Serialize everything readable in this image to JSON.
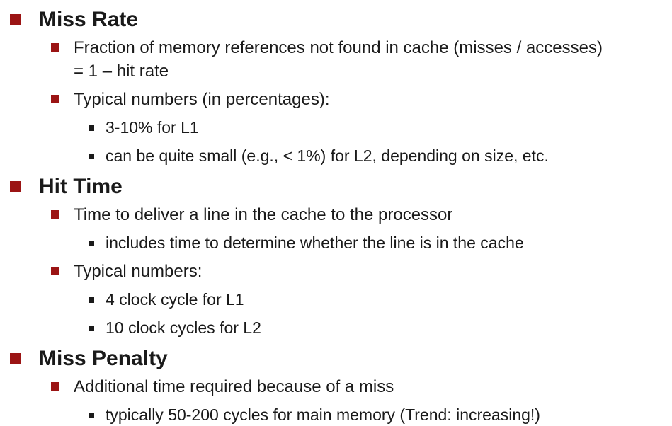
{
  "colors": {
    "accent": "#9B1414",
    "ink": "#1A1A1A",
    "background": "#FFFFFF"
  },
  "slide": {
    "sections": [
      {
        "title": "Miss Rate",
        "items": [
          {
            "level": 2,
            "text": "Fraction of memory references not found in cache (misses / accesses)\n= 1 – hit rate"
          },
          {
            "level": 2,
            "text": "Typical numbers (in percentages):"
          },
          {
            "level": 3,
            "text": "3-10% for L1"
          },
          {
            "level": 3,
            "text": "can be quite small (e.g., < 1%) for L2, depending on size, etc."
          }
        ]
      },
      {
        "title": "Hit Time",
        "items": [
          {
            "level": 2,
            "text": "Time to deliver a line in the cache to the processor"
          },
          {
            "level": 3,
            "text": "includes time to determine whether the line is in the cache"
          },
          {
            "level": 2,
            "text": "Typical numbers:"
          },
          {
            "level": 3,
            "text": "4 clock cycle for L1"
          },
          {
            "level": 3,
            "text": "10 clock cycles for L2"
          }
        ]
      },
      {
        "title": "Miss Penalty",
        "items": [
          {
            "level": 2,
            "text": "Additional time required because of a miss"
          },
          {
            "level": 3,
            "text": "typically 50-200 cycles for main memory (Trend: increasing!)"
          }
        ]
      }
    ]
  }
}
